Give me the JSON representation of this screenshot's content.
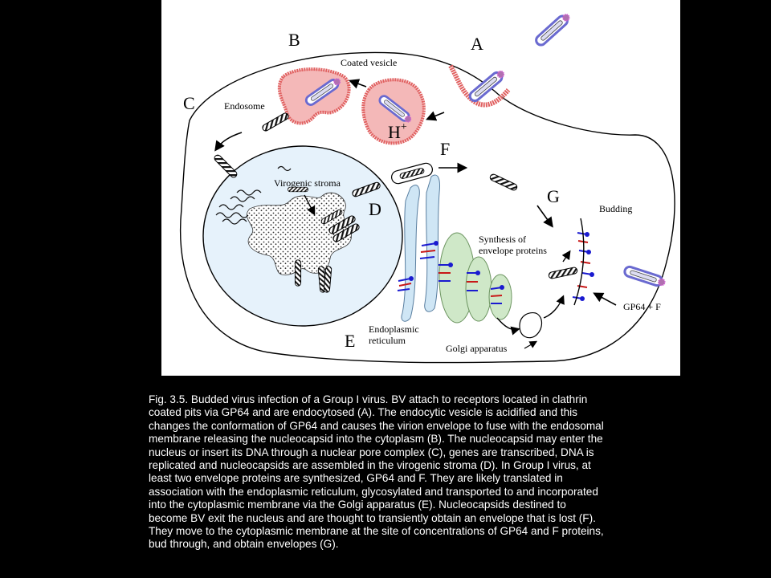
{
  "figure": {
    "labels": {
      "A": "A",
      "B": "B",
      "C": "C",
      "D": "D",
      "E": "E",
      "F": "F",
      "G": "G",
      "coated_vesicle": "Coated vesicle",
      "endosome": "Endosome",
      "h_plus": "H",
      "h_plus_sup": "+",
      "virogenic_stroma": "Virogenic stroma",
      "budding": "Budding",
      "synthesis_line1": "Synthesis of",
      "synthesis_line2": "envelope proteins",
      "gp64_f": "GP64 + F",
      "er_line1": "Endoplasmic",
      "er_line2": "reticulum",
      "golgi": "Golgi apparatus"
    },
    "colors": {
      "clathrin": "#e06060",
      "vesicle_fill": "#f4b8b8",
      "nucleus_fill": "#e6f2fb",
      "er_fill": "#cfe6f5",
      "golgi_fill": "#cfe8c8",
      "gp64": "#1a1ad0",
      "f_protein": "#c81818",
      "virion_envelope": "#8080d8"
    }
  },
  "caption": {
    "lines": [
      "Fig. 3.5.  Budded virus infection of a Group I virus.  BV attach to receptors located in clathrin",
      "coated pits via GP64 and are endocytosed (A).  The endocytic vesicle is acidified and this",
      "changes the conformation of GP64 and causes the virion envelope to fuse with the endosomal",
      "membrane releasing the nucleocapsid into the cytoplasm (B).  The nucleocapsid may enter the",
      "nucleus or insert its DNA through a nuclear pore complex (C), genes are transcribed, DNA is",
      "replicated and nucleocapsids are assembled in the virogenic stroma (D).  In Group I virus, at",
      "least two envelope proteins are synthesized, GP64 and F.  They are likely translated in",
      "association with the endoplasmic reticulum, glycosylated and transported to and incorporated",
      "into the cytoplasmic membrane via the Golgi apparatus (E).  Nucleocapsids destined to",
      "become BV exit the nucleus and are thought to transiently obtain an envelope that is lost (F).",
      "They move to the cytoplasmic membrane at the site of concentrations of GP64 and F proteins,",
      "bud through, and  obtain envelopes (G)."
    ]
  }
}
